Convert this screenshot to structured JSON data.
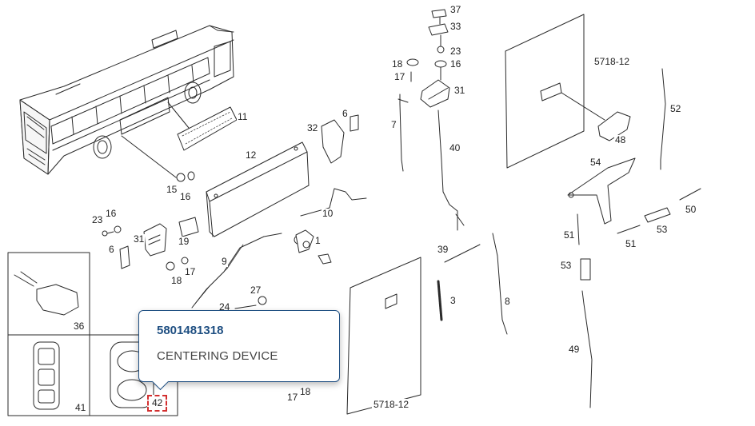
{
  "tooltip": {
    "part_code": "5801481318",
    "description": "CENTERING DEVICE"
  },
  "callouts": [
    {
      "key": "p37",
      "label": "37"
    },
    {
      "key": "p33",
      "label": "33"
    },
    {
      "key": "p23a",
      "label": "23"
    },
    {
      "key": "p16a",
      "label": "16"
    },
    {
      "key": "p18a",
      "label": "18"
    },
    {
      "key": "p17a",
      "label": "17"
    },
    {
      "key": "p31a",
      "label": "31"
    },
    {
      "key": "p7",
      "label": "7"
    },
    {
      "key": "p40",
      "label": "40"
    },
    {
      "key": "p11",
      "label": "11"
    },
    {
      "key": "p6a",
      "label": "6"
    },
    {
      "key": "p32",
      "label": "32"
    },
    {
      "key": "p12",
      "label": "12"
    },
    {
      "key": "p15",
      "label": "15"
    },
    {
      "key": "p16b",
      "label": "16"
    },
    {
      "key": "p10",
      "label": "10"
    },
    {
      "key": "p16c",
      "label": "16"
    },
    {
      "key": "p23b",
      "label": "23"
    },
    {
      "key": "p31b",
      "label": "31"
    },
    {
      "key": "p19",
      "label": "19"
    },
    {
      "key": "p6b",
      "label": "6"
    },
    {
      "key": "p18b",
      "label": "18"
    },
    {
      "key": "p17b",
      "label": "17"
    },
    {
      "key": "p1",
      "label": "1"
    },
    {
      "key": "p9",
      "label": "9"
    },
    {
      "key": "p27",
      "label": "27"
    },
    {
      "key": "p24",
      "label": "24"
    },
    {
      "key": "p39",
      "label": "39"
    },
    {
      "key": "p3",
      "label": "3"
    },
    {
      "key": "p8",
      "label": "8"
    },
    {
      "key": "p52",
      "label": "52"
    },
    {
      "key": "p48",
      "label": "48"
    },
    {
      "key": "p54",
      "label": "54"
    },
    {
      "key": "p50",
      "label": "50"
    },
    {
      "key": "p51a",
      "label": "51"
    },
    {
      "key": "p51b",
      "label": "51"
    },
    {
      "key": "p53a",
      "label": "53"
    },
    {
      "key": "p53b",
      "label": "53"
    },
    {
      "key": "p49",
      "label": "49"
    },
    {
      "key": "p36",
      "label": "36"
    },
    {
      "key": "p41",
      "label": "41"
    },
    {
      "key": "p42",
      "label": "42"
    },
    {
      "key": "p18c",
      "label": "18"
    },
    {
      "key": "p17c",
      "label": "17"
    }
  ],
  "references": [
    {
      "key": "r1",
      "label": "5718-12"
    },
    {
      "key": "r2",
      "label": "5718-12"
    }
  ],
  "highlighted_callout": "42"
}
